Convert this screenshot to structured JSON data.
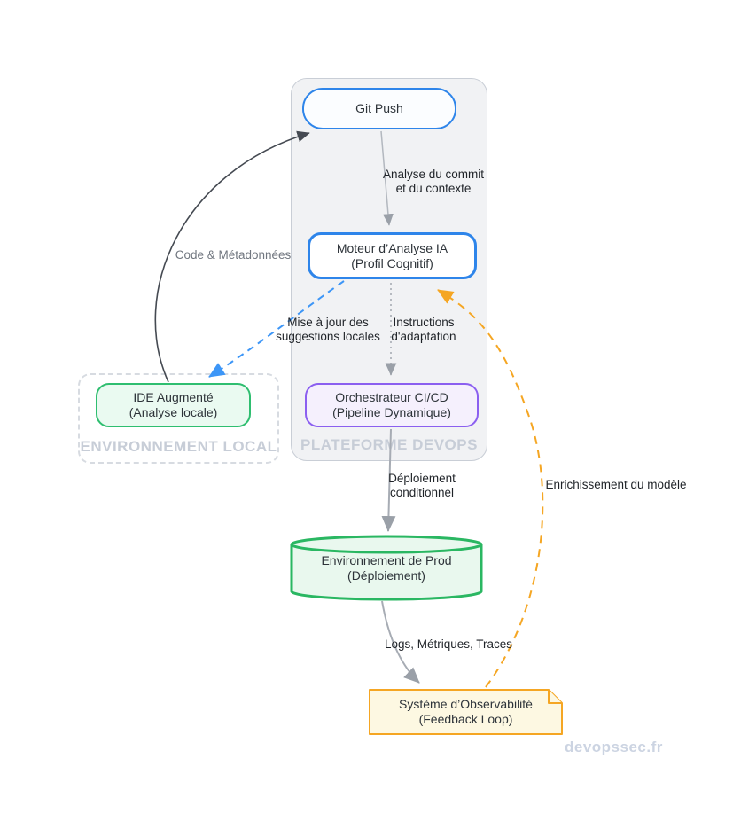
{
  "watermark": "devopssec.fr",
  "containers": {
    "devops": {
      "label": "PLATEFORME DEVOPS"
    },
    "local": {
      "label": "ENVIRONNEMENT LOCAL"
    }
  },
  "nodes": {
    "git_push": {
      "label": "Git Push"
    },
    "moteur_ia": {
      "line1": "Moteur d’Analyse IA",
      "line2": "(Profil Cognitif)"
    },
    "orchestrateur": {
      "line1": "Orchestrateur CI/CD",
      "line2": "(Pipeline Dynamique)"
    },
    "ide": {
      "line1": "IDE Augmenté",
      "line2": "(Analyse locale)"
    },
    "prod": {
      "line1": "Environnement de Prod",
      "line2": "(Déploiement)"
    },
    "observabilite": {
      "line1": "Système d’Observabilité",
      "line2": "(Feedback Loop)"
    }
  },
  "edges": {
    "commit_analysis": {
      "line1": "Analyse du commit",
      "line2": "et du contexte"
    },
    "code_metadata": {
      "label": "Code & Métadonnées"
    },
    "suggestions": {
      "line1": "Mise à jour des",
      "line2": "suggestions locales"
    },
    "instructions": {
      "line1": "Instructions",
      "line2": "d'adaptation"
    },
    "deployment": {
      "line1": "Déploiement",
      "line2": "conditionnel"
    },
    "logs": {
      "label": "Logs, Métriques, Traces"
    },
    "enrichment": {
      "label": "Enrichissement du modèle"
    }
  },
  "colors": {
    "blue": "#2e85ea",
    "purple": "#8b5ff0",
    "green": "#2fbe70",
    "green_cylinder": "#2ab762",
    "orange": "#f5a623",
    "gray_edge": "#a7acb4",
    "dark_edge": "#454a52",
    "blue_edge": "#3d96f7",
    "container_fill": "#f1f2f4",
    "container_label": "#c7cdd7",
    "note_fill": "#fdf8e2",
    "cylinder_fill": "#e9f8ee",
    "watermark": "#ccd4e2"
  }
}
